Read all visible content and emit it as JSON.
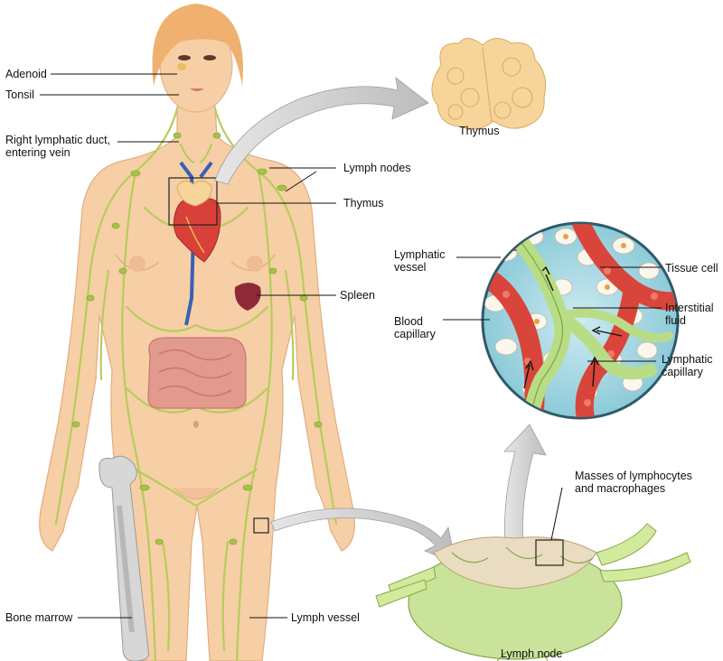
{
  "labels": {
    "adenoid": "Adenoid",
    "tonsil": "Tonsil",
    "right_duct_line1": "Right lymphatic duct,",
    "right_duct_line2": "entering vein",
    "lymph_nodes": "Lymph nodes",
    "thymus_body": "Thymus",
    "thymus_detail": "Thymus",
    "spleen": "Spleen",
    "lymphatic_vessel_line1": "Lymphatic",
    "lymphatic_vessel_line2": "vessel",
    "tissue_cell": "Tissue cell",
    "interstitial_line1": "Interstitial",
    "interstitial_line2": "fluid",
    "blood_capillary_line1": "Blood",
    "blood_capillary_line2": "capillary",
    "lymphatic_capillary_line1": "Lymphatic",
    "lymphatic_capillary_line2": "capillary",
    "masses_line1": "Masses of lymphocytes",
    "masses_line2": "and macrophages",
    "bone_marrow": "Bone marrow",
    "lymph_vessel": "Lymph vessel",
    "lymph_node": "Lymph node"
  },
  "colors": {
    "skin": "#f6cfa6",
    "skin_shadow": "#e8b489",
    "hair": "#f0b070",
    "lymph": "#b6cd5a",
    "lymph_dark": "#8fa93a",
    "vein": "#3a5fb5",
    "heart": "#d8403a",
    "intestine": "#e39a8e",
    "spleen": "#8e2a38",
    "thymus": "#f7d49a",
    "bone": "#d7d7d7",
    "capillary_red": "#d9453a",
    "fluid": "#9fd6e2",
    "node_green": "#c9e39a",
    "arrow_gray": "#c8c8c8"
  }
}
